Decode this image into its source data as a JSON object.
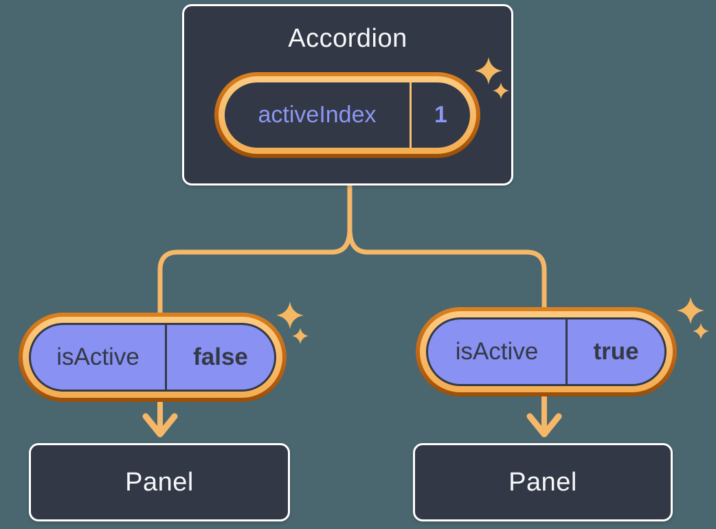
{
  "diagram": {
    "description": "React component tree showing state lifted up to a common parent",
    "colors": {
      "background": "#4a666f",
      "box_fill": "#323845",
      "box_border": "#ffffff",
      "connector_orange": "#f5b768",
      "ring_outer_orange": "#c06514",
      "ring_inner_orange": "#f8bd6d",
      "pill_purple": "#8991f2",
      "text_light": "#f6f7f9",
      "text_dark": "#333945",
      "text_purple": "#8d96f2"
    }
  },
  "accordion": {
    "title": "Accordion",
    "state_pill": {
      "label": "activeIndex",
      "value": "1"
    }
  },
  "branches": [
    {
      "side": "left",
      "prop_pill": {
        "label": "isActive",
        "value": "false"
      },
      "panel_label": "Panel"
    },
    {
      "side": "right",
      "prop_pill": {
        "label": "isActive",
        "value": "true"
      },
      "panel_label": "Panel"
    }
  ],
  "icons": {
    "sparkle": "four-point sparkle / highlight star"
  }
}
